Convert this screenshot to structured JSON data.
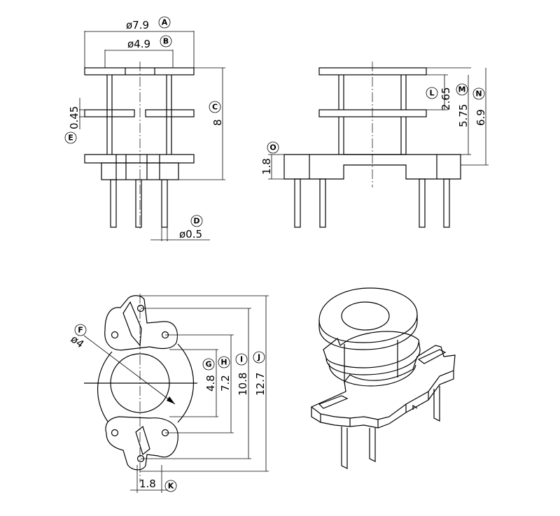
{
  "dimensions": {
    "A": {
      "letter": "A",
      "value": "ø7.9"
    },
    "B": {
      "letter": "B",
      "value": "ø4.9"
    },
    "C": {
      "letter": "C",
      "value": "8"
    },
    "D": {
      "letter": "D",
      "value": "ø0.5"
    },
    "E": {
      "letter": "E",
      "value": "0.45"
    },
    "F": {
      "letter": "F",
      "value": "ø4"
    },
    "G": {
      "letter": "G",
      "value": "4.8"
    },
    "H": {
      "letter": "H",
      "value": "7.2"
    },
    "I": {
      "letter": "I",
      "value": "10.8"
    },
    "J": {
      "letter": "J",
      "value": "12.7"
    },
    "K": {
      "letter": "K",
      "value": "1.8"
    },
    "L": {
      "letter": "L",
      "value": "2.65"
    },
    "M": {
      "letter": "M",
      "value": "5.75"
    },
    "N": {
      "letter": "N",
      "value": "6.9"
    },
    "O": {
      "letter": "O",
      "value": "1.8"
    }
  }
}
